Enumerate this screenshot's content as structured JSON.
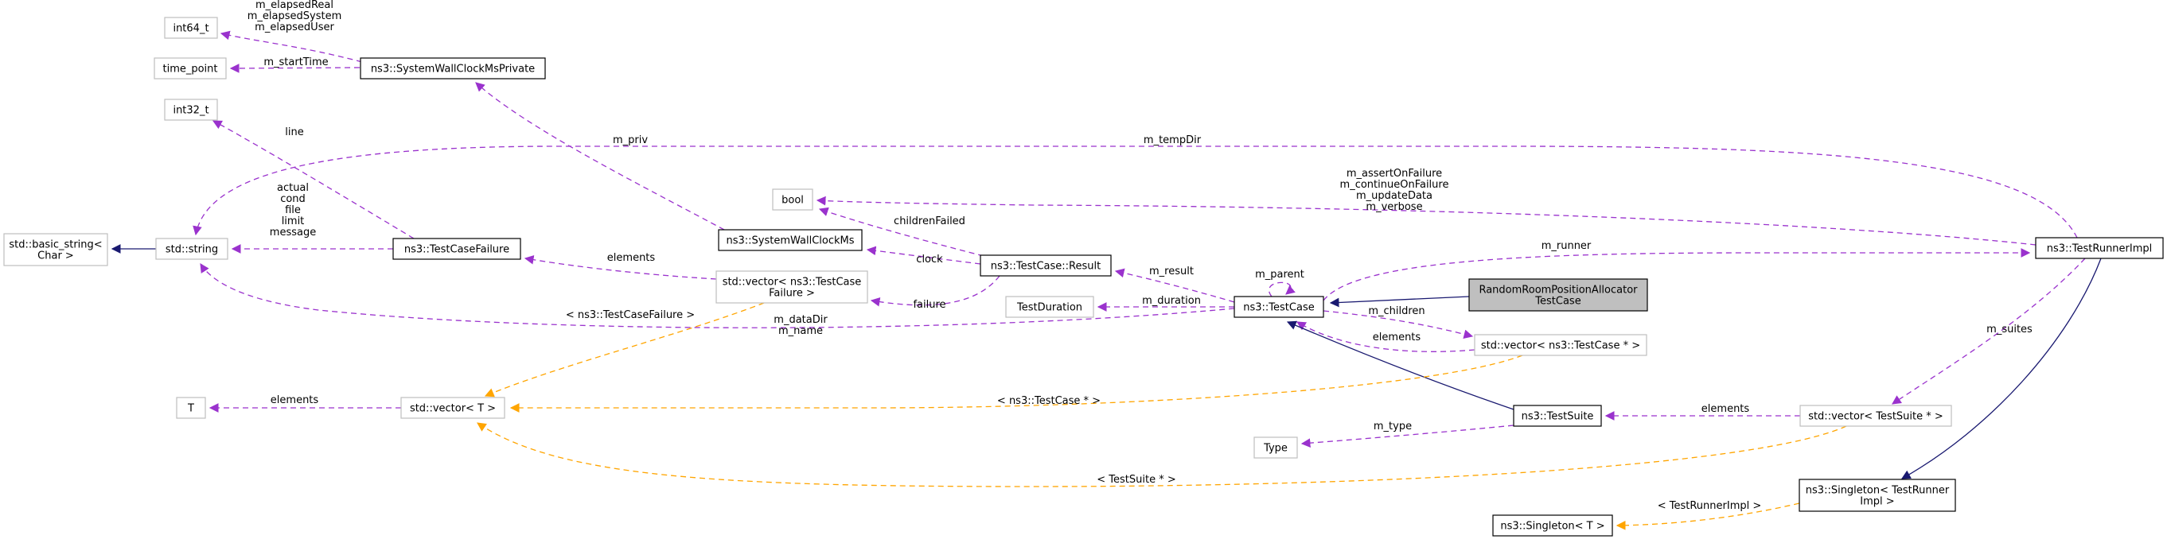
{
  "colors": {
    "usage_edge": "#9a32cd",
    "template_edge": "#ffa500",
    "inheritance_edge": "#191970",
    "node_border_strong": "#000000",
    "node_border_light": "#bfbfbf",
    "highlight_fill": "#bfbfbf"
  },
  "nodes": [
    {
      "id": "int64",
      "lines": [
        "int64_t"
      ],
      "style": "light"
    },
    {
      "id": "timepoint",
      "lines": [
        "time_point"
      ],
      "style": "light"
    },
    {
      "id": "swcmp",
      "lines": [
        "ns3::SystemWallClockMsPrivate"
      ],
      "style": "strong"
    },
    {
      "id": "int32",
      "lines": [
        "int32_t"
      ],
      "style": "light"
    },
    {
      "id": "basicstring",
      "lines": [
        "std::basic_string<",
        "Char >"
      ],
      "style": "light"
    },
    {
      "id": "stdstring",
      "lines": [
        "std::string"
      ],
      "style": "light"
    },
    {
      "id": "tcfailure",
      "lines": [
        "ns3::TestCaseFailure"
      ],
      "style": "strong"
    },
    {
      "id": "bool",
      "lines": [
        "bool"
      ],
      "style": "light"
    },
    {
      "id": "swcm",
      "lines": [
        "ns3::SystemWallClockMs"
      ],
      "style": "strong"
    },
    {
      "id": "result",
      "lines": [
        "ns3::TestCase::Result"
      ],
      "style": "strong"
    },
    {
      "id": "vecfailure",
      "lines": [
        "std::vector< ns3::TestCase",
        "Failure >"
      ],
      "style": "light"
    },
    {
      "id": "testduration",
      "lines": [
        "TestDuration"
      ],
      "style": "light"
    },
    {
      "id": "testcase",
      "lines": [
        "ns3::TestCase"
      ],
      "style": "strong"
    },
    {
      "id": "rrpa",
      "lines": [
        "RandomRoomPositionAllocator",
        "TestCase"
      ],
      "style": "highlight"
    },
    {
      "id": "runnerimpl",
      "lines": [
        "ns3::TestRunnerImpl"
      ],
      "style": "strong"
    },
    {
      "id": "vectestcase",
      "lines": [
        "std::vector< ns3::TestCase * >"
      ],
      "style": "light"
    },
    {
      "id": "T",
      "lines": [
        "T"
      ],
      "style": "light"
    },
    {
      "id": "vecT",
      "lines": [
        "std::vector< T >"
      ],
      "style": "light"
    },
    {
      "id": "testsuite",
      "lines": [
        "ns3::TestSuite"
      ],
      "style": "strong"
    },
    {
      "id": "type",
      "lines": [
        "Type"
      ],
      "style": "light"
    },
    {
      "id": "vecsuite",
      "lines": [
        "std::vector< TestSuite * >"
      ],
      "style": "light"
    },
    {
      "id": "singletonrunner",
      "lines": [
        "ns3::Singleton< TestRunner",
        "Impl >"
      ],
      "style": "strong"
    },
    {
      "id": "singletonT",
      "lines": [
        "ns3::Singleton< T >"
      ],
      "style": "strong"
    }
  ],
  "edges": [
    {
      "id": "e1",
      "kind": "usage",
      "lines": [
        "m_elapsedReal",
        "m_elapsedSystem",
        "m_elapsedUser"
      ]
    },
    {
      "id": "e2",
      "kind": "usage",
      "lines": [
        "m_startTime"
      ]
    },
    {
      "id": "e3",
      "kind": "usage",
      "lines": [
        "line"
      ]
    },
    {
      "id": "e4",
      "kind": "inherit",
      "lines": []
    },
    {
      "id": "e5",
      "kind": "usage",
      "lines": [
        "actual",
        "cond",
        "file",
        "limit",
        "message"
      ]
    },
    {
      "id": "e6",
      "kind": "usage",
      "lines": [
        "m_tempDir"
      ]
    },
    {
      "id": "e7",
      "kind": "usage",
      "lines": [
        "m_dataDir",
        "m_name"
      ]
    },
    {
      "id": "e8",
      "kind": "usage",
      "lines": [
        "m_priv"
      ]
    },
    {
      "id": "e9",
      "kind": "usage",
      "lines": [
        "m_assertOnFailure",
        "m_continueOnFailure",
        "m_updateData",
        "m_verbose"
      ]
    },
    {
      "id": "e10",
      "kind": "usage",
      "lines": [
        "childrenFailed"
      ]
    },
    {
      "id": "e11",
      "kind": "usage",
      "lines": [
        "clock"
      ]
    },
    {
      "id": "e12",
      "kind": "usage",
      "lines": [
        "elements"
      ]
    },
    {
      "id": "e13",
      "kind": "usage",
      "lines": [
        "failure"
      ]
    },
    {
      "id": "e14",
      "kind": "usage",
      "lines": [
        "m_result"
      ]
    },
    {
      "id": "e15",
      "kind": "usage",
      "lines": [
        "m_duration"
      ]
    },
    {
      "id": "e16",
      "kind": "usage",
      "lines": [
        "m_parent"
      ]
    },
    {
      "id": "e17",
      "kind": "inherit",
      "lines": []
    },
    {
      "id": "e18",
      "kind": "usage",
      "lines": [
        "m_runner"
      ]
    },
    {
      "id": "e19",
      "kind": "usage",
      "lines": [
        "m_children"
      ]
    },
    {
      "id": "e20",
      "kind": "usage",
      "lines": [
        "elements"
      ]
    },
    {
      "id": "e21",
      "kind": "inherit",
      "lines": []
    },
    {
      "id": "e22",
      "kind": "usage",
      "lines": [
        "elements"
      ]
    },
    {
      "id": "e23",
      "kind": "template",
      "lines": [
        "< ns3::TestCaseFailure >"
      ]
    },
    {
      "id": "e24",
      "kind": "template",
      "lines": [
        "< ns3::TestCase * >"
      ]
    },
    {
      "id": "e25",
      "kind": "template",
      "lines": [
        "< TestSuite * >"
      ]
    },
    {
      "id": "e26",
      "kind": "usage",
      "lines": [
        "m_type"
      ]
    },
    {
      "id": "e27",
      "kind": "usage",
      "lines": [
        "elements"
      ]
    },
    {
      "id": "e28",
      "kind": "usage",
      "lines": [
        "m_suites"
      ]
    },
    {
      "id": "e29",
      "kind": "inherit",
      "lines": []
    },
    {
      "id": "e30",
      "kind": "template",
      "lines": [
        "< TestRunnerImpl >"
      ]
    }
  ]
}
